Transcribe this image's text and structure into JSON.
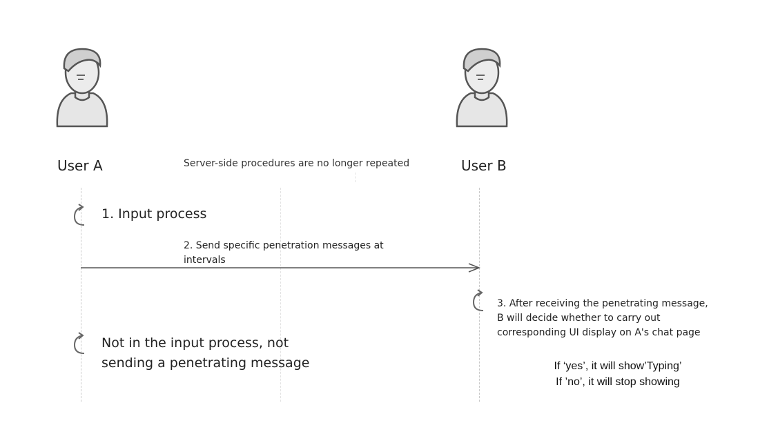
{
  "actors": {
    "user_a": {
      "label": "User A"
    },
    "user_b": {
      "label": "User B"
    }
  },
  "server_note": "Server-side procedures are no longer repeated",
  "steps": {
    "input_process": "1. Input process",
    "send_message": {
      "line1": "2. Send specific penetration messages at",
      "line2": "intervals"
    },
    "after_receiving": {
      "line1": "3. After receiving the penetrating message,",
      "line2": "B will decide whether to carry out",
      "line3": "corresponding UI display on A's chat page"
    },
    "not_input": {
      "line1": "Not in the input process, not",
      "line2": "sending a penetrating message"
    }
  },
  "outcomes": {
    "yes": "If ‘yes’, it will show’Typing’",
    "no": "If ’no’, it will stop showing"
  },
  "icons": {
    "avatar": "user-avatar-icon",
    "loop": "self-loop-icon",
    "arrow": "arrow-right-icon"
  }
}
